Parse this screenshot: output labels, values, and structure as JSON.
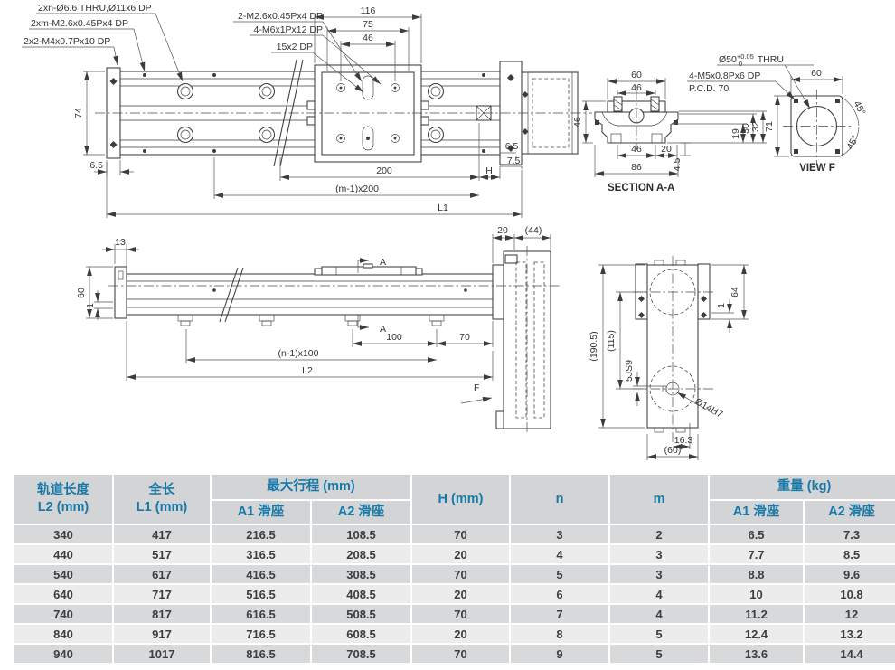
{
  "colors": {
    "accent_blue": "#1779a8",
    "line": "#3c3c3c",
    "header_bg": "#d2d4d6",
    "row_dark": "#d8d9da",
    "row_light": "#ececec"
  },
  "drawing": {
    "callouts": {
      "thru_holes": "2xn-Ø6.6 THRU,Ø11x6 DP",
      "side_taps": "2xm-M2.6x0.45Px4 DP",
      "end_taps": "2x2-M4x0.7Px10 DP",
      "carriage_taps_small": "2-M2.6x0.45Px4 DP",
      "carriage_taps_main": "4-M6x1Px12 DP",
      "slot": "15x2 DP",
      "pilot_dia": "Ø50",
      "pilot_tol_up": "+0.05",
      "pilot_tol_low": "0",
      "pilot_suffix": " THRU",
      "motor_taps": "4-M5x0.8Px6 DP",
      "pcd": "P.C.D. 70",
      "shaft_bore": "Ø14H7"
    },
    "top_view": {
      "w116": "116",
      "w75": "75",
      "w46": "46",
      "h74": "74",
      "off65": "6.5",
      "pitch": "200",
      "pitch_formula": "(m-1)x200",
      "overall": "L1",
      "r65": "6.5",
      "r75": "7.5",
      "h": "H"
    },
    "section": {
      "t60": "60",
      "t46": "46",
      "l46": "46",
      "r19": "19",
      "r30": "30",
      "r32": "32",
      "b46": "46",
      "b20": "20",
      "b45": "4.5",
      "b86": "86",
      "title": "SECTION A-A"
    },
    "view_f": {
      "t60": "60",
      "l71": "71",
      "a45a": "45°",
      "a45b": "45°",
      "title": "VIEW F"
    },
    "side_view": {
      "d13": "13",
      "d60": "60",
      "d1": "1",
      "a": "A",
      "d100": "100",
      "d70": "70",
      "pitch_formula": "(n-1)x100",
      "overall": "L2",
      "d20": "20",
      "d44": "(44)",
      "f": "F"
    },
    "pulley_view": {
      "h190": "(190.5)",
      "h115": "(115)",
      "key": "5JS9",
      "d64": "64",
      "d1": "1",
      "d163": "16.3",
      "w60": "(60)"
    }
  },
  "table": {
    "headers": {
      "col_l2_line1": "轨道长度",
      "col_l2_line2": "L2 (mm)",
      "col_l1_line1": "全长",
      "col_l1_line2": "L1 (mm)",
      "group_stroke": "最大行程 (mm)",
      "sub_a1": "A1 滑座",
      "sub_a2": "A2 滑座",
      "col_h": "H (mm)",
      "col_n": "n",
      "col_m": "m",
      "group_weight": "重量 (kg)",
      "w_a1": "A1 滑座",
      "w_a2": "A2 滑座"
    },
    "rows": [
      [
        "340",
        "417",
        "216.5",
        "108.5",
        "70",
        "3",
        "2",
        "6.5",
        "7.3"
      ],
      [
        "440",
        "517",
        "316.5",
        "208.5",
        "20",
        "4",
        "3",
        "7.7",
        "8.5"
      ],
      [
        "540",
        "617",
        "416.5",
        "308.5",
        "70",
        "5",
        "3",
        "8.8",
        "9.6"
      ],
      [
        "640",
        "717",
        "516.5",
        "408.5",
        "20",
        "6",
        "4",
        "10",
        "10.8"
      ],
      [
        "740",
        "817",
        "616.5",
        "508.5",
        "70",
        "7",
        "4",
        "11.2",
        "12"
      ],
      [
        "840",
        "917",
        "716.5",
        "608.5",
        "20",
        "8",
        "5",
        "12.4",
        "13.2"
      ],
      [
        "940",
        "1017",
        "816.5",
        "708.5",
        "70",
        "9",
        "5",
        "13.6",
        "14.4"
      ]
    ]
  }
}
